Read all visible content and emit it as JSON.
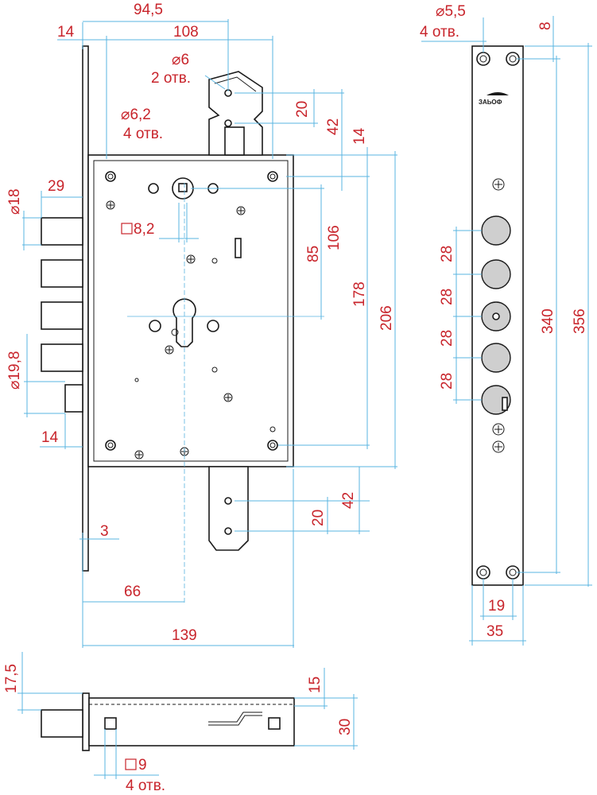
{
  "colors": {
    "dimension_text": "#c8242b",
    "dimension_line": "#5ab4e0",
    "outline": "#1a1a1a",
    "cylinder_fill": "#cfcfcf"
  },
  "front": {
    "dim_945": "94,5",
    "dim_14_top": "14",
    "dim_108": "108",
    "hole6_label": "⌀6",
    "hole6_count": "2 отв.",
    "hole62_label": "⌀6,2",
    "hole62_count": "4 отв.",
    "dim_20_top": "20",
    "dim_42_top": "42",
    "dim_14_right": "14",
    "dim_18": "⌀18",
    "dim_29": "29",
    "square_82": "8,2",
    "dim_85": "85",
    "dim_106": "106",
    "dim_178": "178",
    "dim_206": "206",
    "dim_198": "⌀19,8",
    "dim_14_left": "14",
    "dim_42_bottom": "42",
    "dim_20_bottom": "20",
    "dim_3": "3",
    "dim_66": "66",
    "dim_139": "139"
  },
  "strip": {
    "hole55_label": "⌀5,5",
    "hole55_count": "4 отв.",
    "dim_8": "8",
    "brand": "ЗАЬОФ",
    "pitch": [
      "28",
      "28",
      "28",
      "28"
    ],
    "dim_340": "340",
    "dim_356": "356",
    "dim_19": "19",
    "dim_35": "35"
  },
  "bottom": {
    "dim_175": "17,5",
    "dim_15": "15",
    "dim_30": "30",
    "square_9": "9",
    "square_count": "4 отв."
  }
}
